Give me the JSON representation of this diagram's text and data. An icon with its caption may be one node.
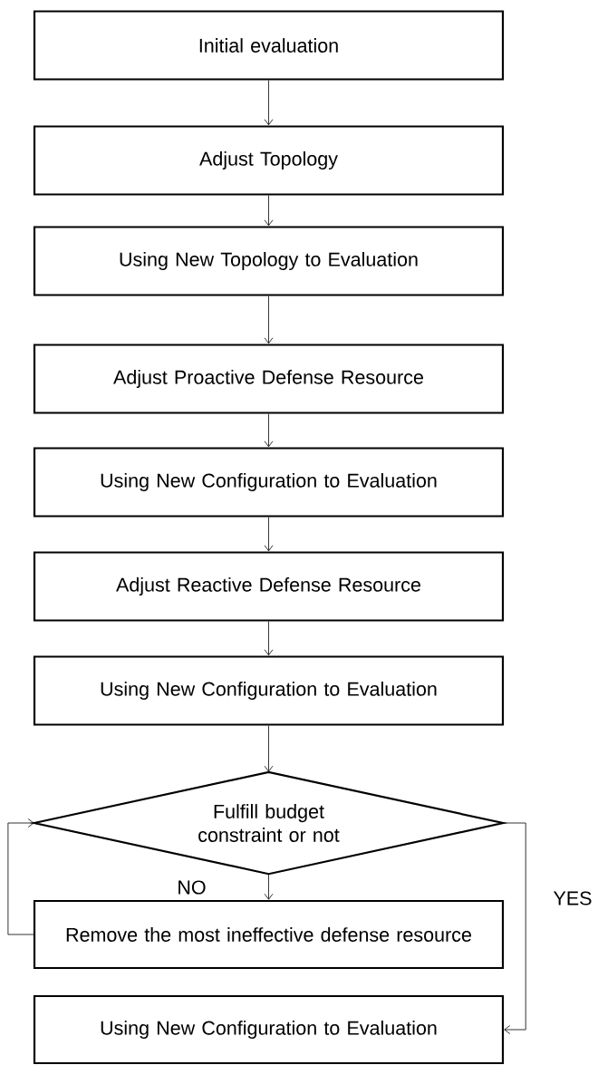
{
  "diagram": {
    "nodes": [
      {
        "text": [
          "Initial evaluation"
        ]
      },
      {
        "text": [
          "Adjust Topology"
        ]
      },
      {
        "text": [
          "Using New Topology to Evaluation"
        ]
      },
      {
        "text": [
          "Adjust Proactive Defense Resource"
        ]
      },
      {
        "text": [
          "Using New Configuration to Evaluation"
        ]
      },
      {
        "text": [
          "Adjust Reactive Defense Resource"
        ]
      },
      {
        "text": [
          "Using New Configuration to Evaluation"
        ]
      },
      {
        "text": [
          "Fulfill budget constraint or not"
        ]
      },
      {
        "text": [
          "Remove the most ineffective defense resource"
        ]
      },
      {
        "text": [
          "Using New Configuration to Evaluation"
        ]
      }
    ],
    "edges": [
      {
        "from": 0,
        "to": 1,
        "arrow": "to"
      },
      {
        "from": 1,
        "to": 2,
        "arrow": "to"
      },
      {
        "from": 2,
        "to": 3,
        "arrow": "to"
      },
      {
        "from": 3,
        "to": 4,
        "arrow": "to"
      },
      {
        "from": 4,
        "to": 5,
        "arrow": "to"
      },
      {
        "from": 5,
        "to": 6,
        "arrow": "to"
      },
      {
        "from": 6,
        "to": 7,
        "arrow": "to"
      },
      {
        "from": 7,
        "to": 8,
        "arrow": "to",
        "label": "NO"
      },
      {
        "from": 8,
        "to": 7,
        "arrow": "to"
      },
      {
        "from": 7,
        "to": 9,
        "arrow": "to",
        "label": "YES"
      }
    ]
  }
}
